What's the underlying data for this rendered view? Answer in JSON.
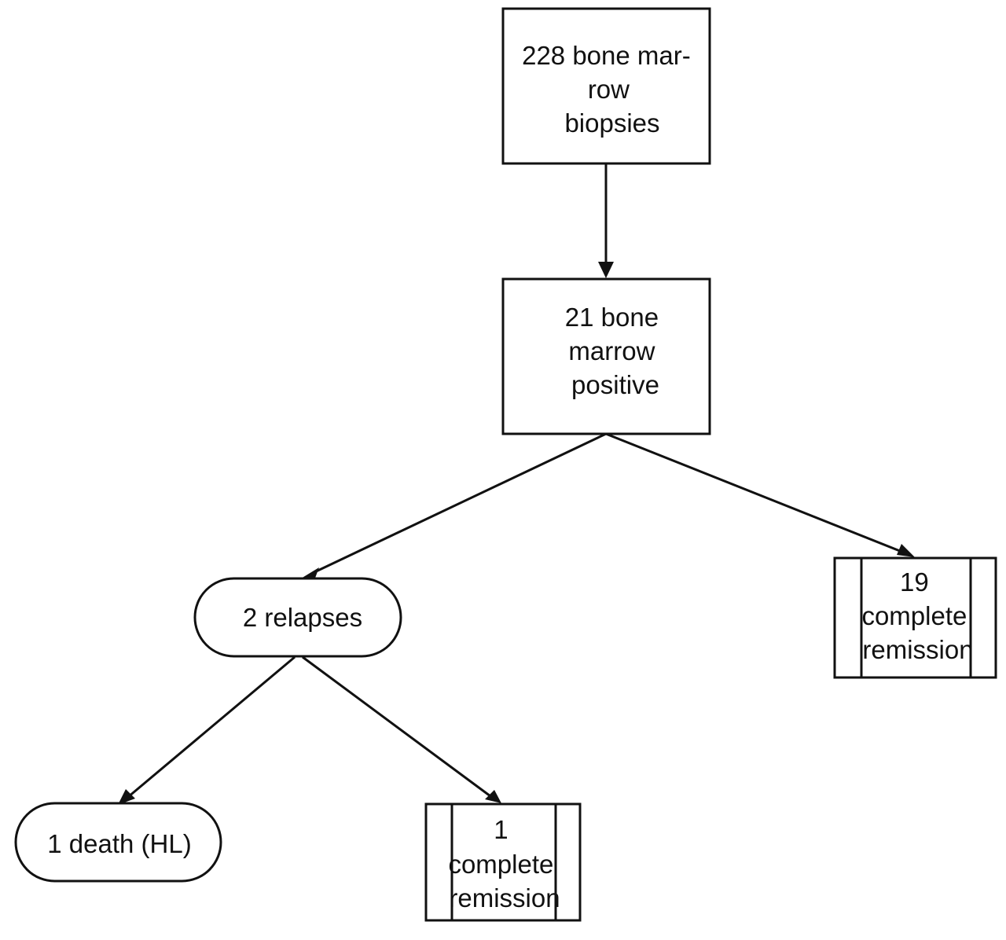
{
  "nodes": {
    "biopsies": {
      "lines": [
        "228 bone mar-",
        "row",
        "biopsies"
      ]
    },
    "positive": {
      "lines": [
        "21 bone",
        "marrow",
        "positive"
      ]
    },
    "relapses": {
      "lines": [
        "2 relapses"
      ]
    },
    "remission_19": {
      "lines": [
        "19",
        "complete",
        "remission"
      ]
    },
    "death": {
      "lines": [
        "1 death (HL)"
      ]
    },
    "remission_1": {
      "lines": [
        "1",
        "complete",
        "remission"
      ]
    }
  },
  "colors": {
    "stroke": "#111111",
    "fill": "#ffffff",
    "text": "#111111"
  }
}
